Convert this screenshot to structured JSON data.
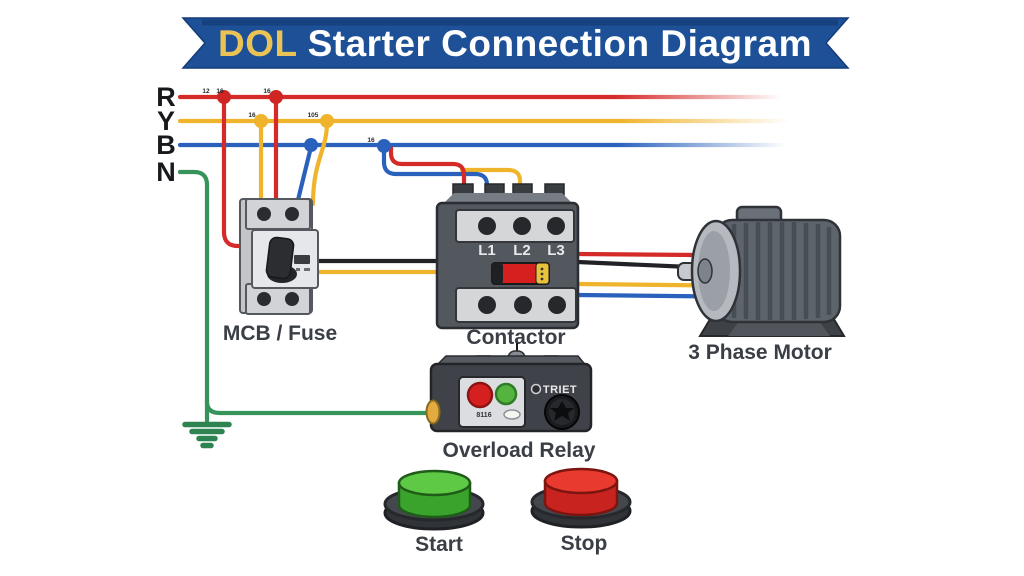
{
  "title": {
    "highlight": "DOL",
    "rest": "Starter Connection Diagram"
  },
  "phases": [
    {
      "label": "R"
    },
    {
      "label": "Y"
    },
    {
      "label": "B"
    },
    {
      "label": "N"
    }
  ],
  "junctions": [
    {
      "t": "12"
    },
    {
      "t": "16"
    },
    {
      "t": "16"
    },
    {
      "t": "16"
    },
    {
      "t": "105"
    },
    {
      "t": "16"
    }
  ],
  "mcb": {
    "label": "MCB / Fuse"
  },
  "contactor": {
    "label": "Contactor",
    "terminals": [
      "L1",
      "L2",
      "L3"
    ]
  },
  "motor": {
    "label": "3 Phase Motor"
  },
  "overload_relay": {
    "label": "Overload Relay",
    "brand": "TRIET",
    "code": "8116"
  },
  "buttons": {
    "start": "Start",
    "stop": "Stop"
  },
  "colors": {
    "banner_blue": "#1d5096",
    "banner_gold": "#e9c356",
    "phase_r": "#d42a28",
    "phase_y": "#f0b42c",
    "phase_b": "#2a61bd",
    "neutral_green": "#36935a",
    "button_start_green": "#3aa32c",
    "button_stop_red": "#c8231e",
    "contactor_reset_red": "#d6201f"
  }
}
